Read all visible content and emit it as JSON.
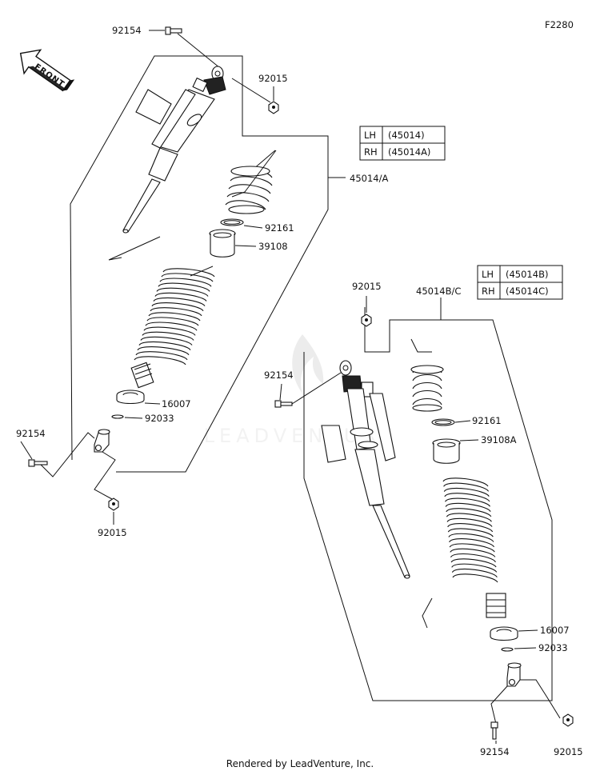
{
  "figure_id": "F2280",
  "front_label": "FRONT",
  "watermark": "LEADVENTURE",
  "footer": "Rendered by LeadVenture, Inc.",
  "table_upper": [
    {
      "side": "LH",
      "part": "(45014)"
    },
    {
      "side": "RH",
      "part": "(45014A)"
    }
  ],
  "table_lower": [
    {
      "side": "LH",
      "part": "(45014B)"
    },
    {
      "side": "RH",
      "part": "(45014C)"
    }
  ],
  "labels": {
    "u_92154_top": "92154",
    "u_92015_top": "92015",
    "u_45014A": "45014/A",
    "u_92161": "92161",
    "u_39108": "39108",
    "u_16007": "16007",
    "u_92033": "92033",
    "u_92154_left": "92154",
    "u_92015_left": "92015",
    "l_92015_top": "92015",
    "l_45014BC": "45014B/C",
    "l_92154_mid": "92154",
    "l_92161": "92161",
    "l_39108A": "39108A",
    "l_16007": "16007",
    "l_92033": "92033",
    "l_92154_bottom": "92154",
    "l_92015_bottom": "92015"
  }
}
